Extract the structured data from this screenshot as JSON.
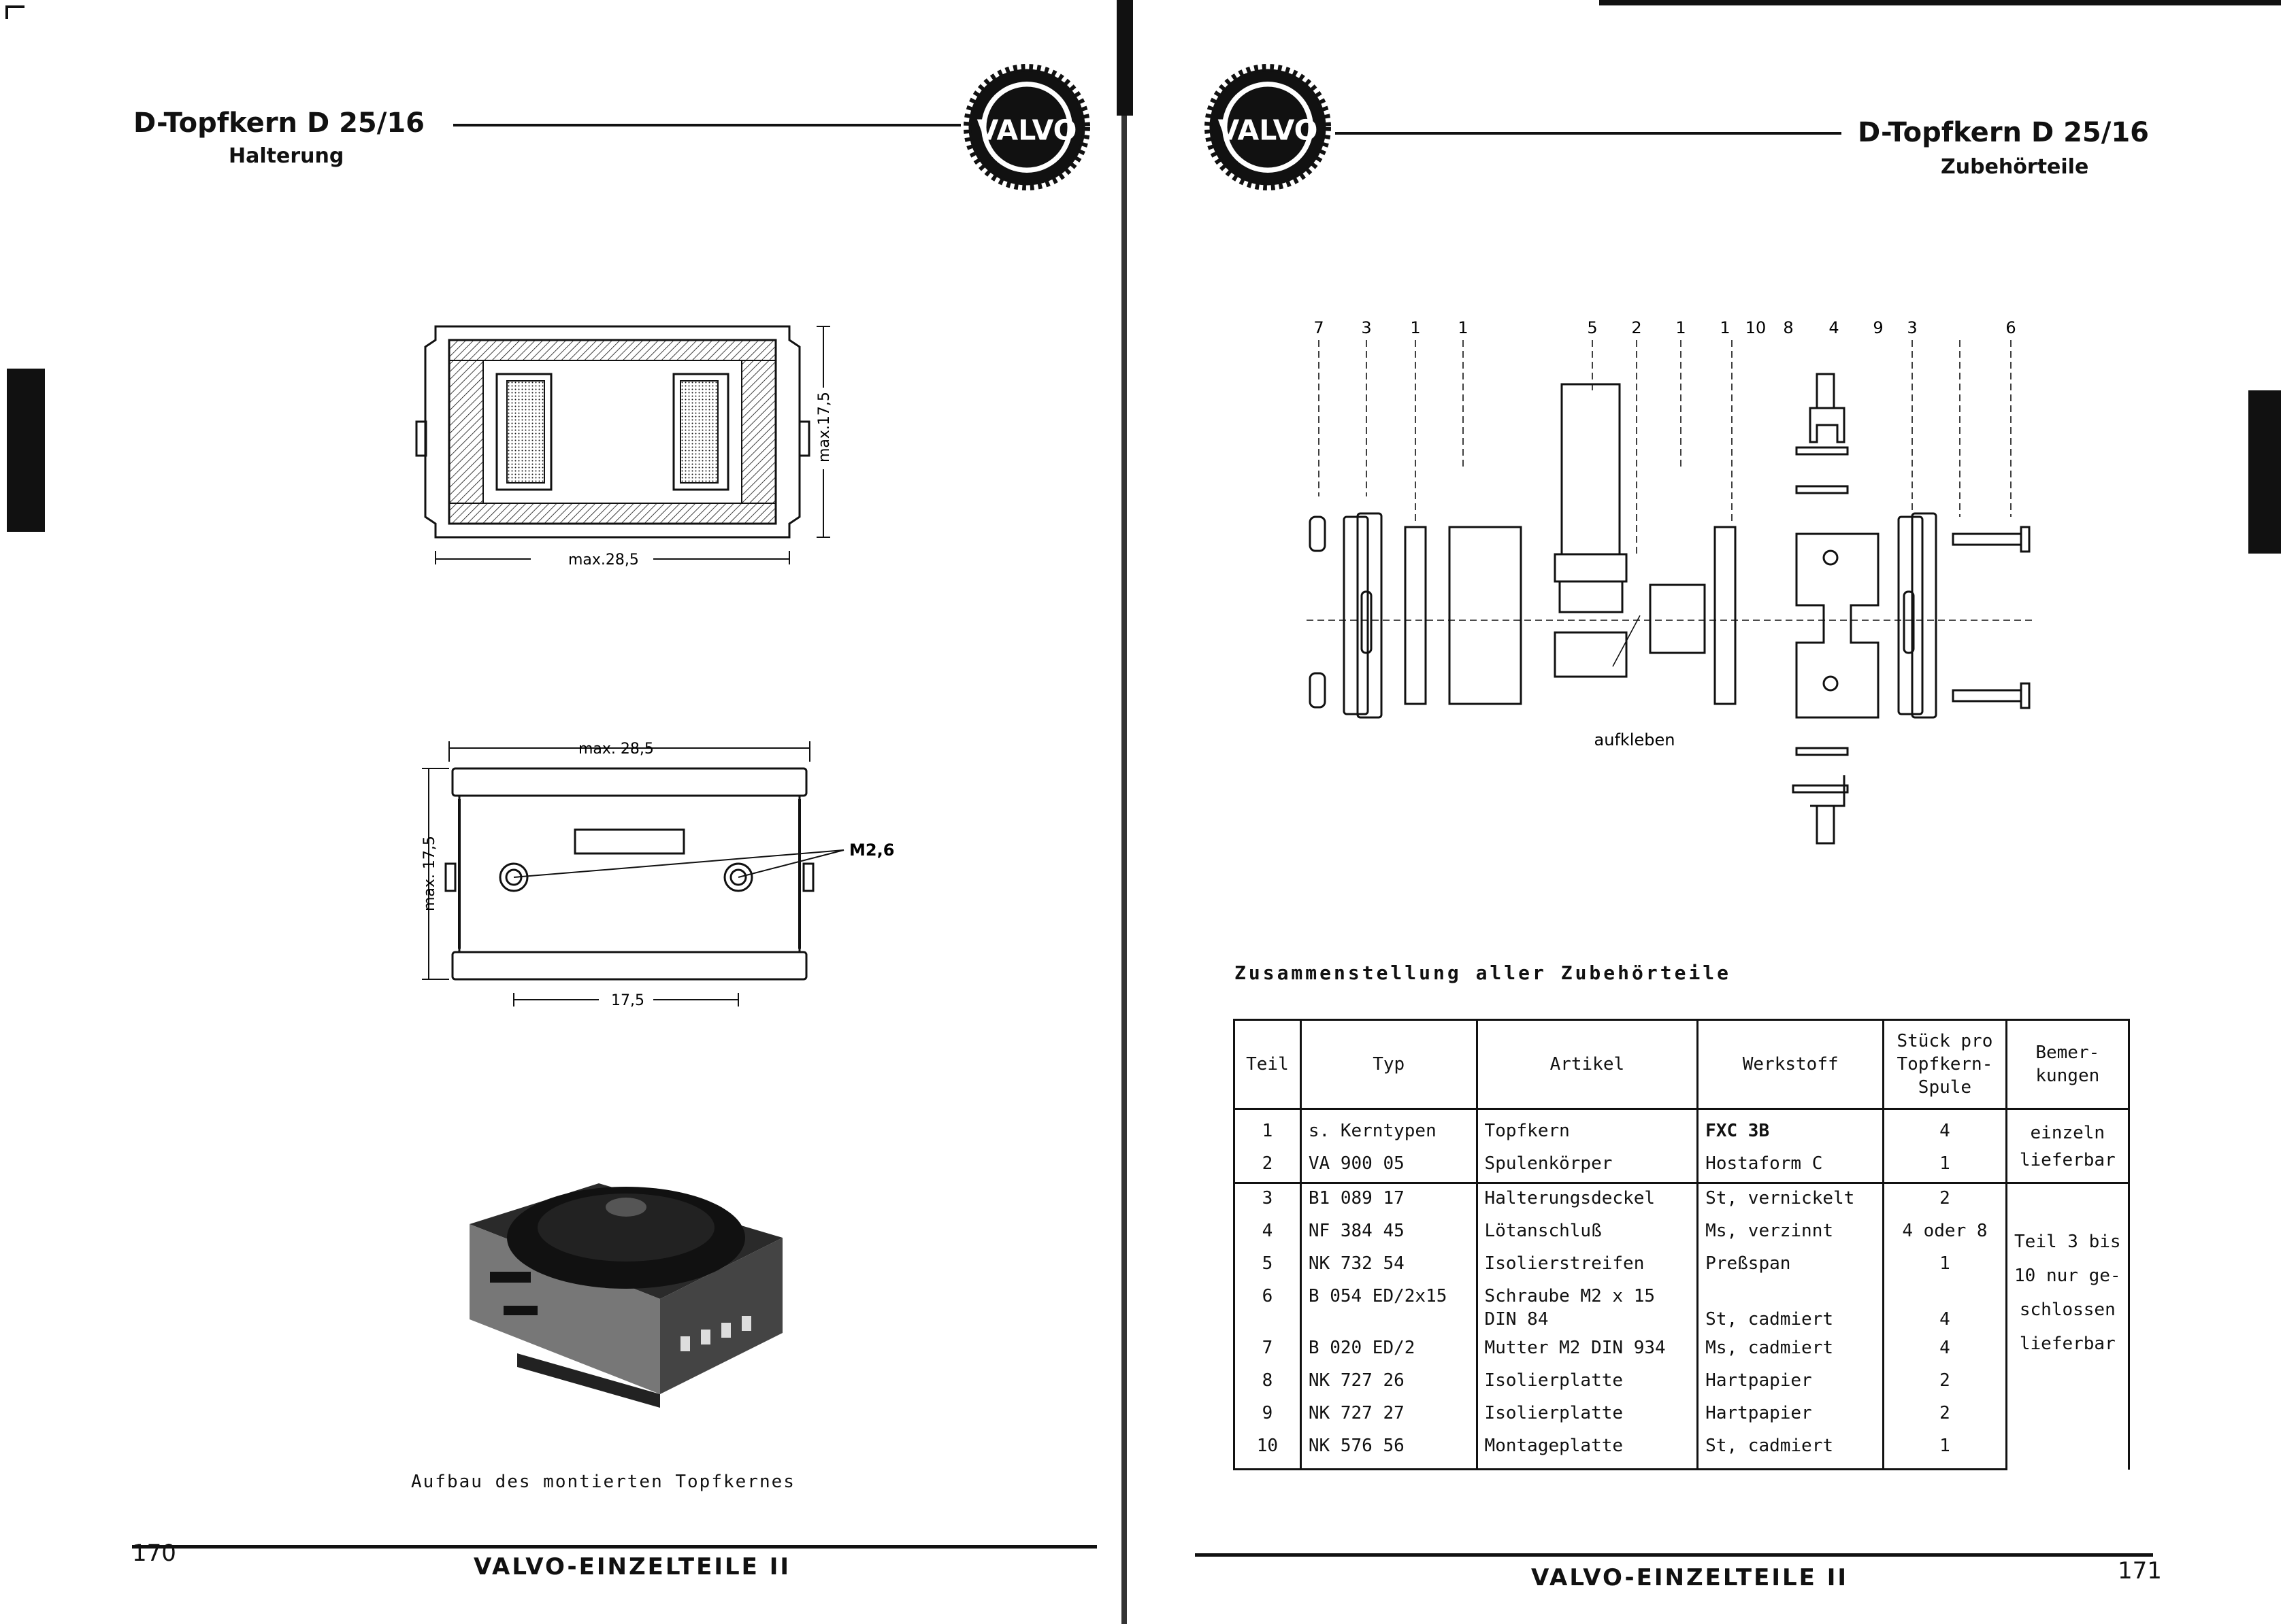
{
  "left_page": {
    "header": {
      "title": "D-Topfkern D 25/16",
      "subtitle": "Halterung"
    },
    "logo_text": "VALVO",
    "drawing_top": {
      "dim_width": "max.28,5",
      "dim_height": "max.17,5"
    },
    "drawing_mid": {
      "dim_width": "max. 28,5",
      "dim_height": "max. 17,5",
      "thread_label": "M2,6",
      "hole_spacing": "17,5"
    },
    "caption": "Aufbau des montierten Topfkernes",
    "page_number": "170",
    "footer": "VALVO-EINZELTEILE II"
  },
  "right_page": {
    "header": {
      "title": "D-Topfkern D 25/16",
      "subtitle": "Zubehörteile"
    },
    "logo_text": "VALVO",
    "exploded_view": {
      "part_labels": [
        "7",
        "3",
        "1",
        "1",
        "5",
        "2",
        "1",
        "1",
        "10",
        "8",
        "4",
        "9",
        "3",
        "6"
      ],
      "note": "aufkleben"
    },
    "table_title": "Zusammenstellung aller Zubehörteile",
    "table": {
      "headers": [
        "Teil",
        "Typ",
        "Artikel",
        "Werkstoff",
        "Stück pro Topfkern-Spule",
        "Bemer-kungen"
      ],
      "rows": [
        {
          "teil": "1",
          "typ": "s. Kerntypen",
          "artikel": "Topfkern",
          "werkstoff": "FXC 3B",
          "stueck": "4"
        },
        {
          "teil": "2",
          "typ": "VA 900 05",
          "artikel": "Spulenkörper",
          "werkstoff": "Hostaform C",
          "stueck": "1"
        },
        {
          "teil": "3",
          "typ": "B1 089 17",
          "artikel": "Halterungsdeckel",
          "werkstoff": "St, vernickelt",
          "stueck": "2"
        },
        {
          "teil": "4",
          "typ": "NF 384 45",
          "artikel": "Lötanschluß",
          "werkstoff": "Ms, verzinnt",
          "stueck": "4 oder 8"
        },
        {
          "teil": "5",
          "typ": "NK 732 54",
          "artikel": "Isolierstreifen",
          "werkstoff": "Preßspan",
          "stueck": "1"
        },
        {
          "teil": "6",
          "typ": "B 054 ED/2x15",
          "artikel": "Schraube M2 x 15 DIN 84",
          "werkstoff": "St, cadmiert",
          "stueck": "4"
        },
        {
          "teil": "7",
          "typ": "B 020 ED/2",
          "artikel": "Mutter M2 DIN 934",
          "werkstoff": "Ms, cadmiert",
          "stueck": "4"
        },
        {
          "teil": "8",
          "typ": "NK 727 26",
          "artikel": "Isolierplatte",
          "werkstoff": "Hartpapier",
          "stueck": "2"
        },
        {
          "teil": "9",
          "typ": "NK 727 27",
          "artikel": "Isolierplatte",
          "werkstoff": "Hartpapier",
          "stueck": "2"
        },
        {
          "teil": "10",
          "typ": "NK 576 56",
          "artikel": "Montageplatte",
          "werkstoff": "St, cadmiert",
          "stueck": "1"
        }
      ],
      "remark_1": "einzeln lieferbar",
      "remark_2": "Teil 3 bis 10 nur ge-schlossen lieferbar"
    },
    "page_number": "171",
    "footer": "VALVO-EINZELTEILE II"
  }
}
